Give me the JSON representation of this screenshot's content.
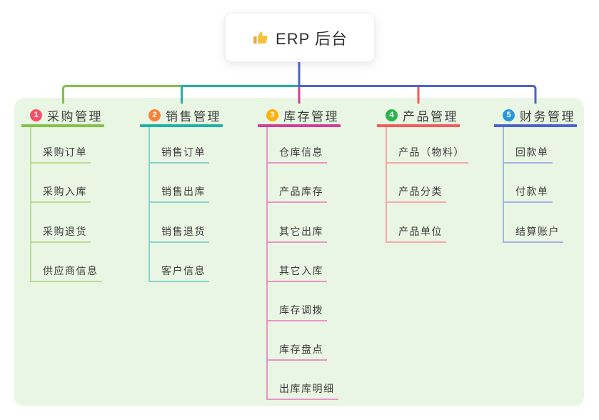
{
  "root": {
    "icon": "thumbs-up-icon",
    "title": "ERP 后台"
  },
  "colors": {
    "panel_bg": "#eaf6e4",
    "root_link": "#4a63cb",
    "text": "#3c3c3c",
    "root_bg": "#ffffff",
    "thumb_yellow": "#f7c03e",
    "thumb_cuff": "#e9a93d"
  },
  "branches": [
    {
      "num": "1",
      "label": "采购管理",
      "badge_color": "#f4506a",
      "line_color": "#82c24c",
      "sub_line_color": "#b9dc93",
      "items": [
        "采购订单",
        "采购入库",
        "采购退货",
        "供应商信息"
      ]
    },
    {
      "num": "2",
      "label": "销售管理",
      "badge_color": "#f8823a",
      "line_color": "#1fb3a6",
      "sub_line_color": "#86d5ca",
      "items": [
        "销售订单",
        "销售出库",
        "销售退货",
        "客户信息"
      ]
    },
    {
      "num": "3",
      "label": "库存管理",
      "badge_color": "#fdb10a",
      "line_color": "#d13d97",
      "sub_line_color": "#eb92c6",
      "items": [
        "仓库信息",
        "产品库存",
        "其它出库",
        "其它入库",
        "库存调拨",
        "库存盘点",
        "出库库明细"
      ]
    },
    {
      "num": "4",
      "label": "产品管理",
      "badge_color": "#2fb350",
      "line_color": "#f25a5c",
      "sub_line_color": "#f9a6a6",
      "items": [
        "产品（物料）",
        "产品分类",
        "产品单位"
      ]
    },
    {
      "num": "5",
      "label": "财务管理",
      "badge_color": "#2a97df",
      "line_color": "#4a63cb",
      "sub_line_color": "#a3b4e6",
      "items": [
        "回款单",
        "付款单",
        "结算账户"
      ]
    }
  ]
}
